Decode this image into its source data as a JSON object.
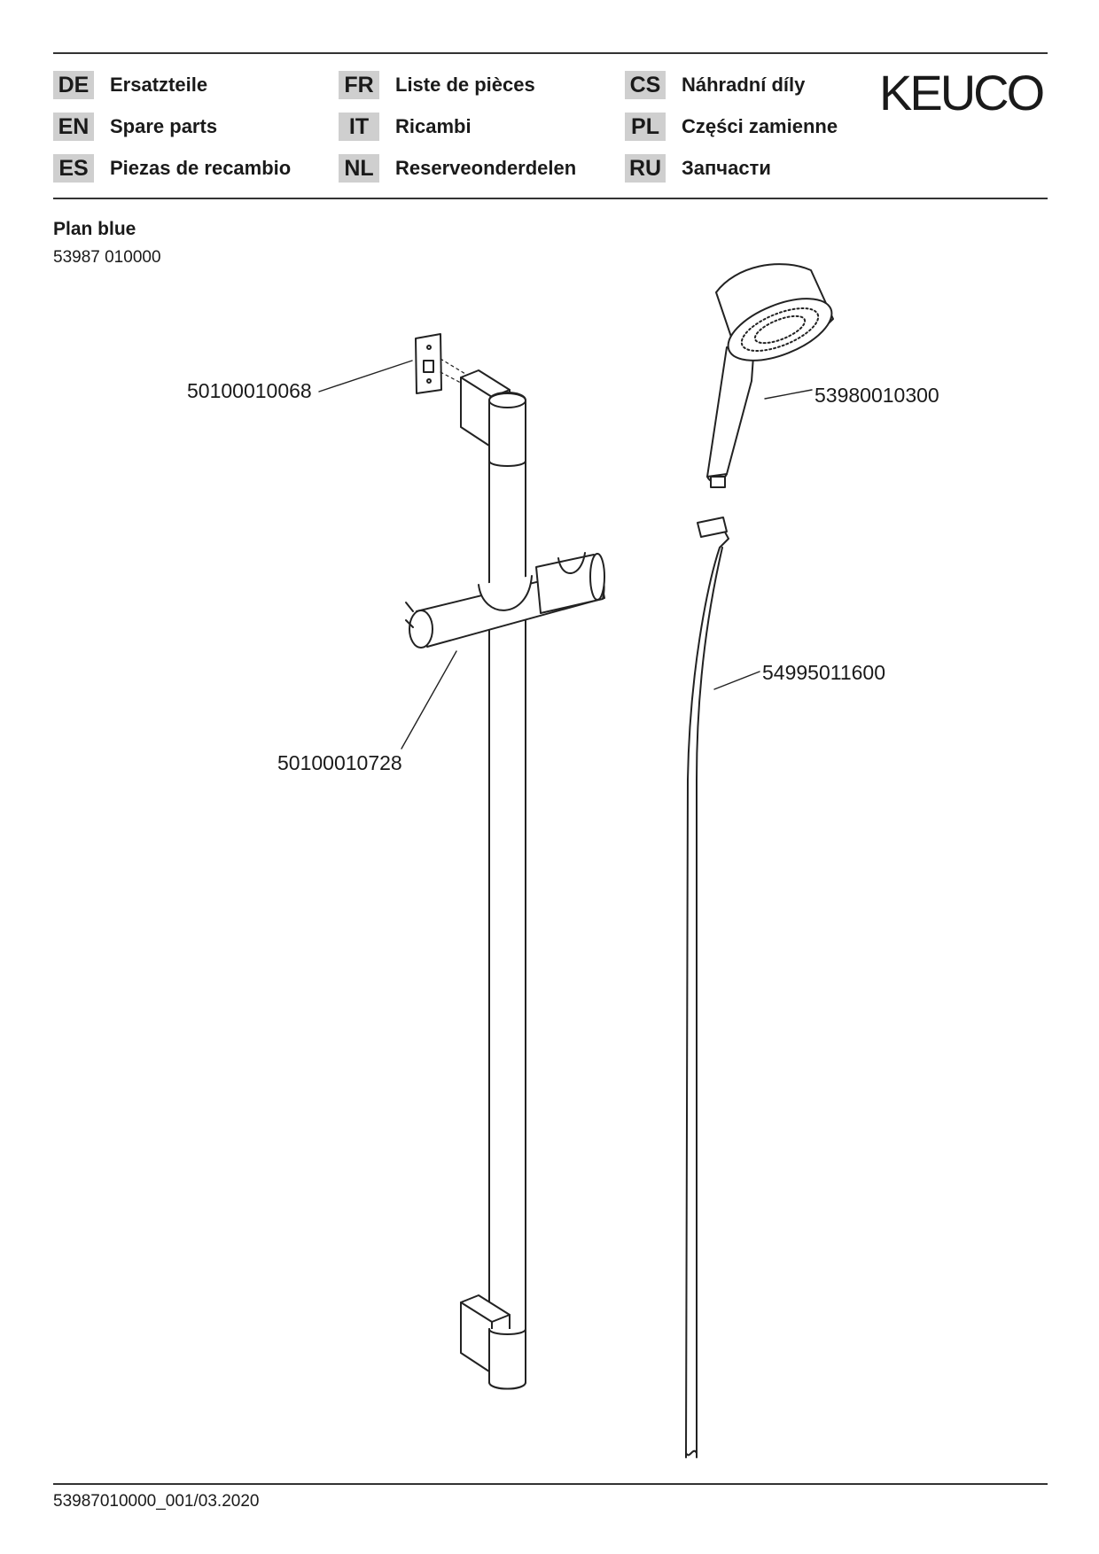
{
  "header": {
    "languages": [
      {
        "code": "DE",
        "label": "Ersatzteile"
      },
      {
        "code": "EN",
        "label": "Spare parts"
      },
      {
        "code": "ES",
        "label": "Piezas de recambio"
      },
      {
        "code": "FR",
        "label": "Liste de pièces"
      },
      {
        "code": "IT",
        "label": "Ricambi"
      },
      {
        "code": "NL",
        "label": "Reserveonderdelen"
      },
      {
        "code": "CS",
        "label": "Náhradní díly"
      },
      {
        "code": "PL",
        "label": "Części zamienne"
      },
      {
        "code": "RU",
        "label": "Запчасти"
      }
    ],
    "brand": "KEUCO"
  },
  "product": {
    "title": "Plan blue",
    "number": "53987 010000"
  },
  "parts": {
    "wall_bracket": "50100010068",
    "hand_shower": "53980010300",
    "slider": "50100010728",
    "hose": "54995011600"
  },
  "footer": {
    "document_ref": "53987010000_001/03.2020"
  },
  "colors": {
    "code_badge": "#cfcfcf",
    "line": "#222222"
  }
}
